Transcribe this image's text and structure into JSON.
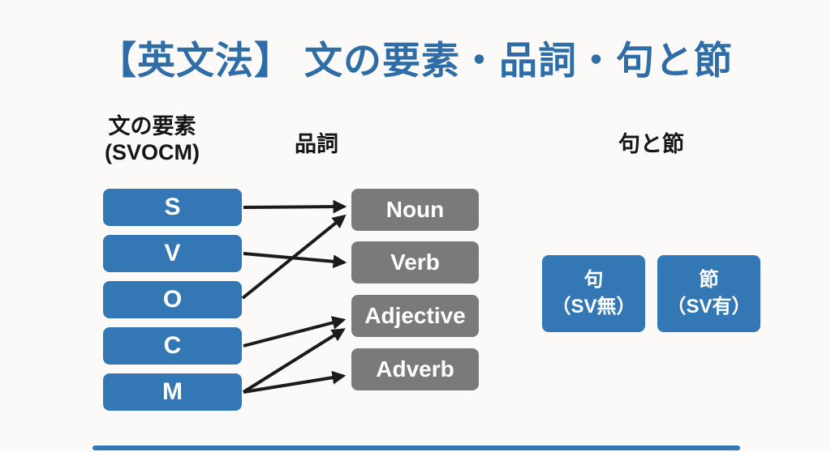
{
  "title": "【英文法】 文の要素・品詞・句と節",
  "columns": {
    "sentence_elements": {
      "header_line1": "文の要素",
      "header_line2": "(SVOCM)",
      "boxes": [
        "S",
        "V",
        "O",
        "C",
        "M"
      ]
    },
    "parts_of_speech": {
      "header": "品詞",
      "boxes": [
        "Noun",
        "Verb",
        "Adjective",
        "Adverb"
      ]
    },
    "phrase_clause": {
      "header": "句と節",
      "boxes": [
        {
          "name": "句",
          "note": "（SV無）"
        },
        {
          "name": "節",
          "note": "（SV有）"
        }
      ]
    }
  },
  "connections": [
    {
      "from": "S",
      "to": "Noun"
    },
    {
      "from": "V",
      "to": "Verb"
    },
    {
      "from": "O",
      "to": "Noun"
    },
    {
      "from": "C",
      "to": "Adjective"
    },
    {
      "from": "M",
      "to": "Adjective"
    },
    {
      "from": "M",
      "to": "Adverb"
    }
  ],
  "colors": {
    "background": "#fbfaf8",
    "title": "#2e6da6",
    "element_box_blue": "#3377b5",
    "pos_box_gray": "#7a7a7a",
    "box_text": "#ffffff",
    "header_text": "#151515",
    "arrow": "#1b1b1b",
    "bottom_bar": "#3377b5"
  }
}
